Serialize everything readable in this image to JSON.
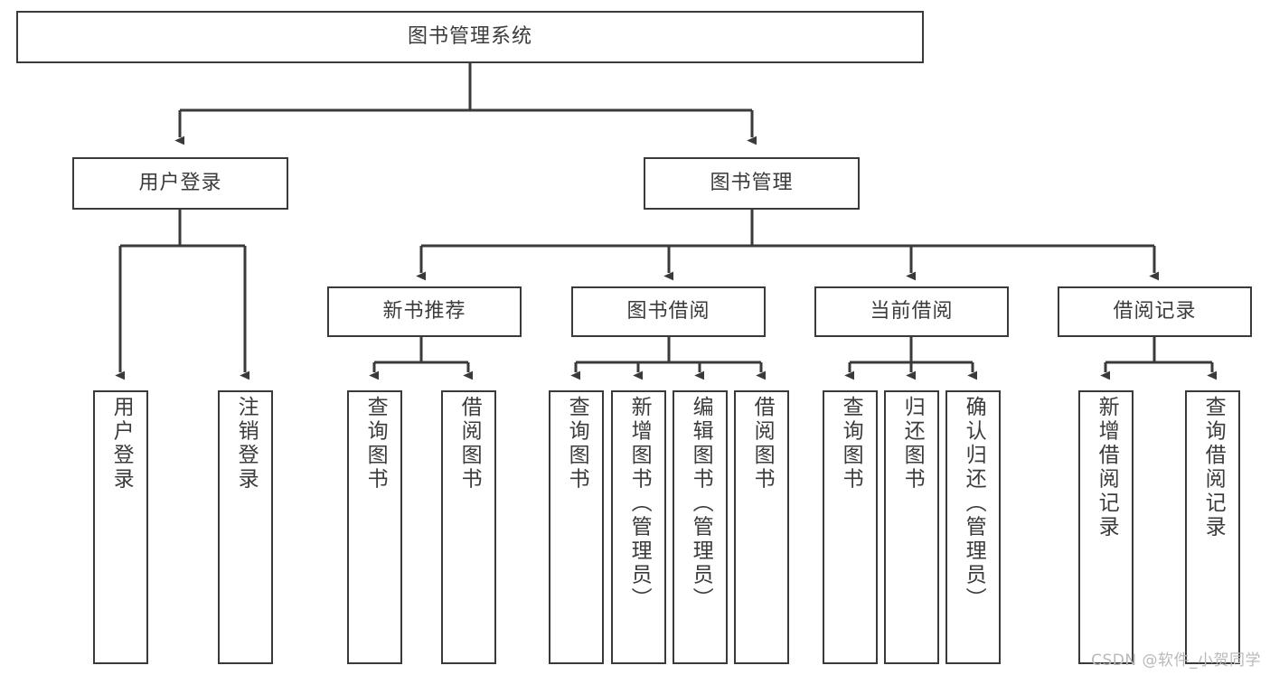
{
  "diagram": {
    "type": "tree",
    "title": "图书管理系统",
    "watermark": "CSDN @软件_小贺同学",
    "colors": {
      "box_border": "#3a3a3a",
      "text": "#3b3b3b",
      "connector": "#3a3a3a",
      "background": "#ffffff",
      "watermark": "#b9b9b9"
    },
    "levels": {
      "root": {
        "id": "root",
        "label": "图书管理系统",
        "orientation": "horizontal"
      },
      "level2": [
        {
          "id": "user-login",
          "label": "用户登录",
          "orientation": "horizontal"
        },
        {
          "id": "book-management",
          "label": "图书管理",
          "orientation": "horizontal"
        }
      ],
      "level3": [
        {
          "id": "new-book-recommend",
          "label": "新书推荐",
          "orientation": "horizontal",
          "parent": "book-management"
        },
        {
          "id": "book-borrow",
          "label": "图书借阅",
          "orientation": "horizontal",
          "parent": "book-management"
        },
        {
          "id": "current-borrow",
          "label": "当前借阅",
          "orientation": "horizontal",
          "parent": "book-management"
        },
        {
          "id": "borrow-record",
          "label": "借阅记录",
          "orientation": "horizontal",
          "parent": "book-management"
        }
      ],
      "leaves": [
        {
          "id": "leaf-user-login",
          "label": "用户登录",
          "parent": "user-login"
        },
        {
          "id": "leaf-logout",
          "label": "注销登录",
          "parent": "user-login"
        },
        {
          "id": "leaf-query-books-rec",
          "label": "查询图书",
          "parent": "new-book-recommend"
        },
        {
          "id": "leaf-borrow-books-rec",
          "label": "借阅图书",
          "parent": "new-book-recommend"
        },
        {
          "id": "leaf-query-books-borrow",
          "label": "查询图书",
          "parent": "book-borrow"
        },
        {
          "id": "leaf-add-book-admin",
          "label": "新增图书（管理员）",
          "parent": "book-borrow"
        },
        {
          "id": "leaf-edit-book-admin",
          "label": "编辑图书（管理员）",
          "parent": "book-borrow"
        },
        {
          "id": "leaf-borrow-books",
          "label": "借阅图书",
          "parent": "book-borrow"
        },
        {
          "id": "leaf-query-books-current",
          "label": "查询图书",
          "parent": "current-borrow"
        },
        {
          "id": "leaf-return-books",
          "label": "归还图书",
          "parent": "current-borrow"
        },
        {
          "id": "leaf-confirm-return-admin",
          "label": "确认归还（管理员）",
          "parent": "current-borrow"
        },
        {
          "id": "leaf-add-borrow-record",
          "label": "新增借阅记录",
          "parent": "borrow-record"
        },
        {
          "id": "leaf-query-borrow-record",
          "label": "查询借阅记录",
          "parent": "borrow-record"
        }
      ]
    }
  }
}
